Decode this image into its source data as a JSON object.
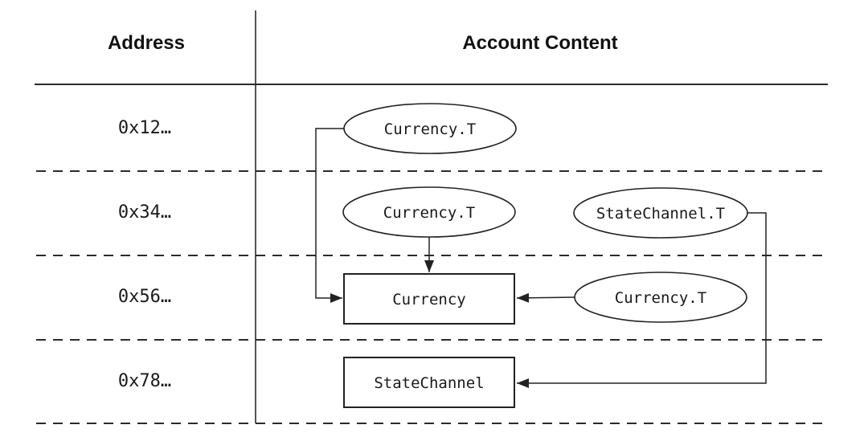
{
  "header": {
    "address_col": "Address",
    "content_col": "Account Content"
  },
  "rows": [
    {
      "address": "0x12…"
    },
    {
      "address": "0x34…"
    },
    {
      "address": "0x56…"
    },
    {
      "address": "0x78…"
    }
  ],
  "nodes": {
    "currency_t_row1": {
      "label": "Currency.T",
      "shape": "ellipse"
    },
    "currency_t_row2": {
      "label": "Currency.T",
      "shape": "ellipse"
    },
    "statechannel_t_row2": {
      "label": "StateChannel.T",
      "shape": "ellipse"
    },
    "currency_module": {
      "label": "Currency",
      "shape": "rect"
    },
    "currency_t_row3": {
      "label": "Currency.T",
      "shape": "ellipse"
    },
    "statechannel_module": {
      "label": "StateChannel",
      "shape": "rect"
    }
  },
  "edges": [
    {
      "from": "currency_t_row1",
      "to": "currency_module"
    },
    {
      "from": "currency_t_row2",
      "to": "currency_module"
    },
    {
      "from": "currency_t_row3",
      "to": "currency_module"
    },
    {
      "from": "statechannel_t_row2",
      "to": "statechannel_module"
    }
  ],
  "colors": {
    "line": "#222222",
    "text": "#111111",
    "background": "#ffffff"
  }
}
